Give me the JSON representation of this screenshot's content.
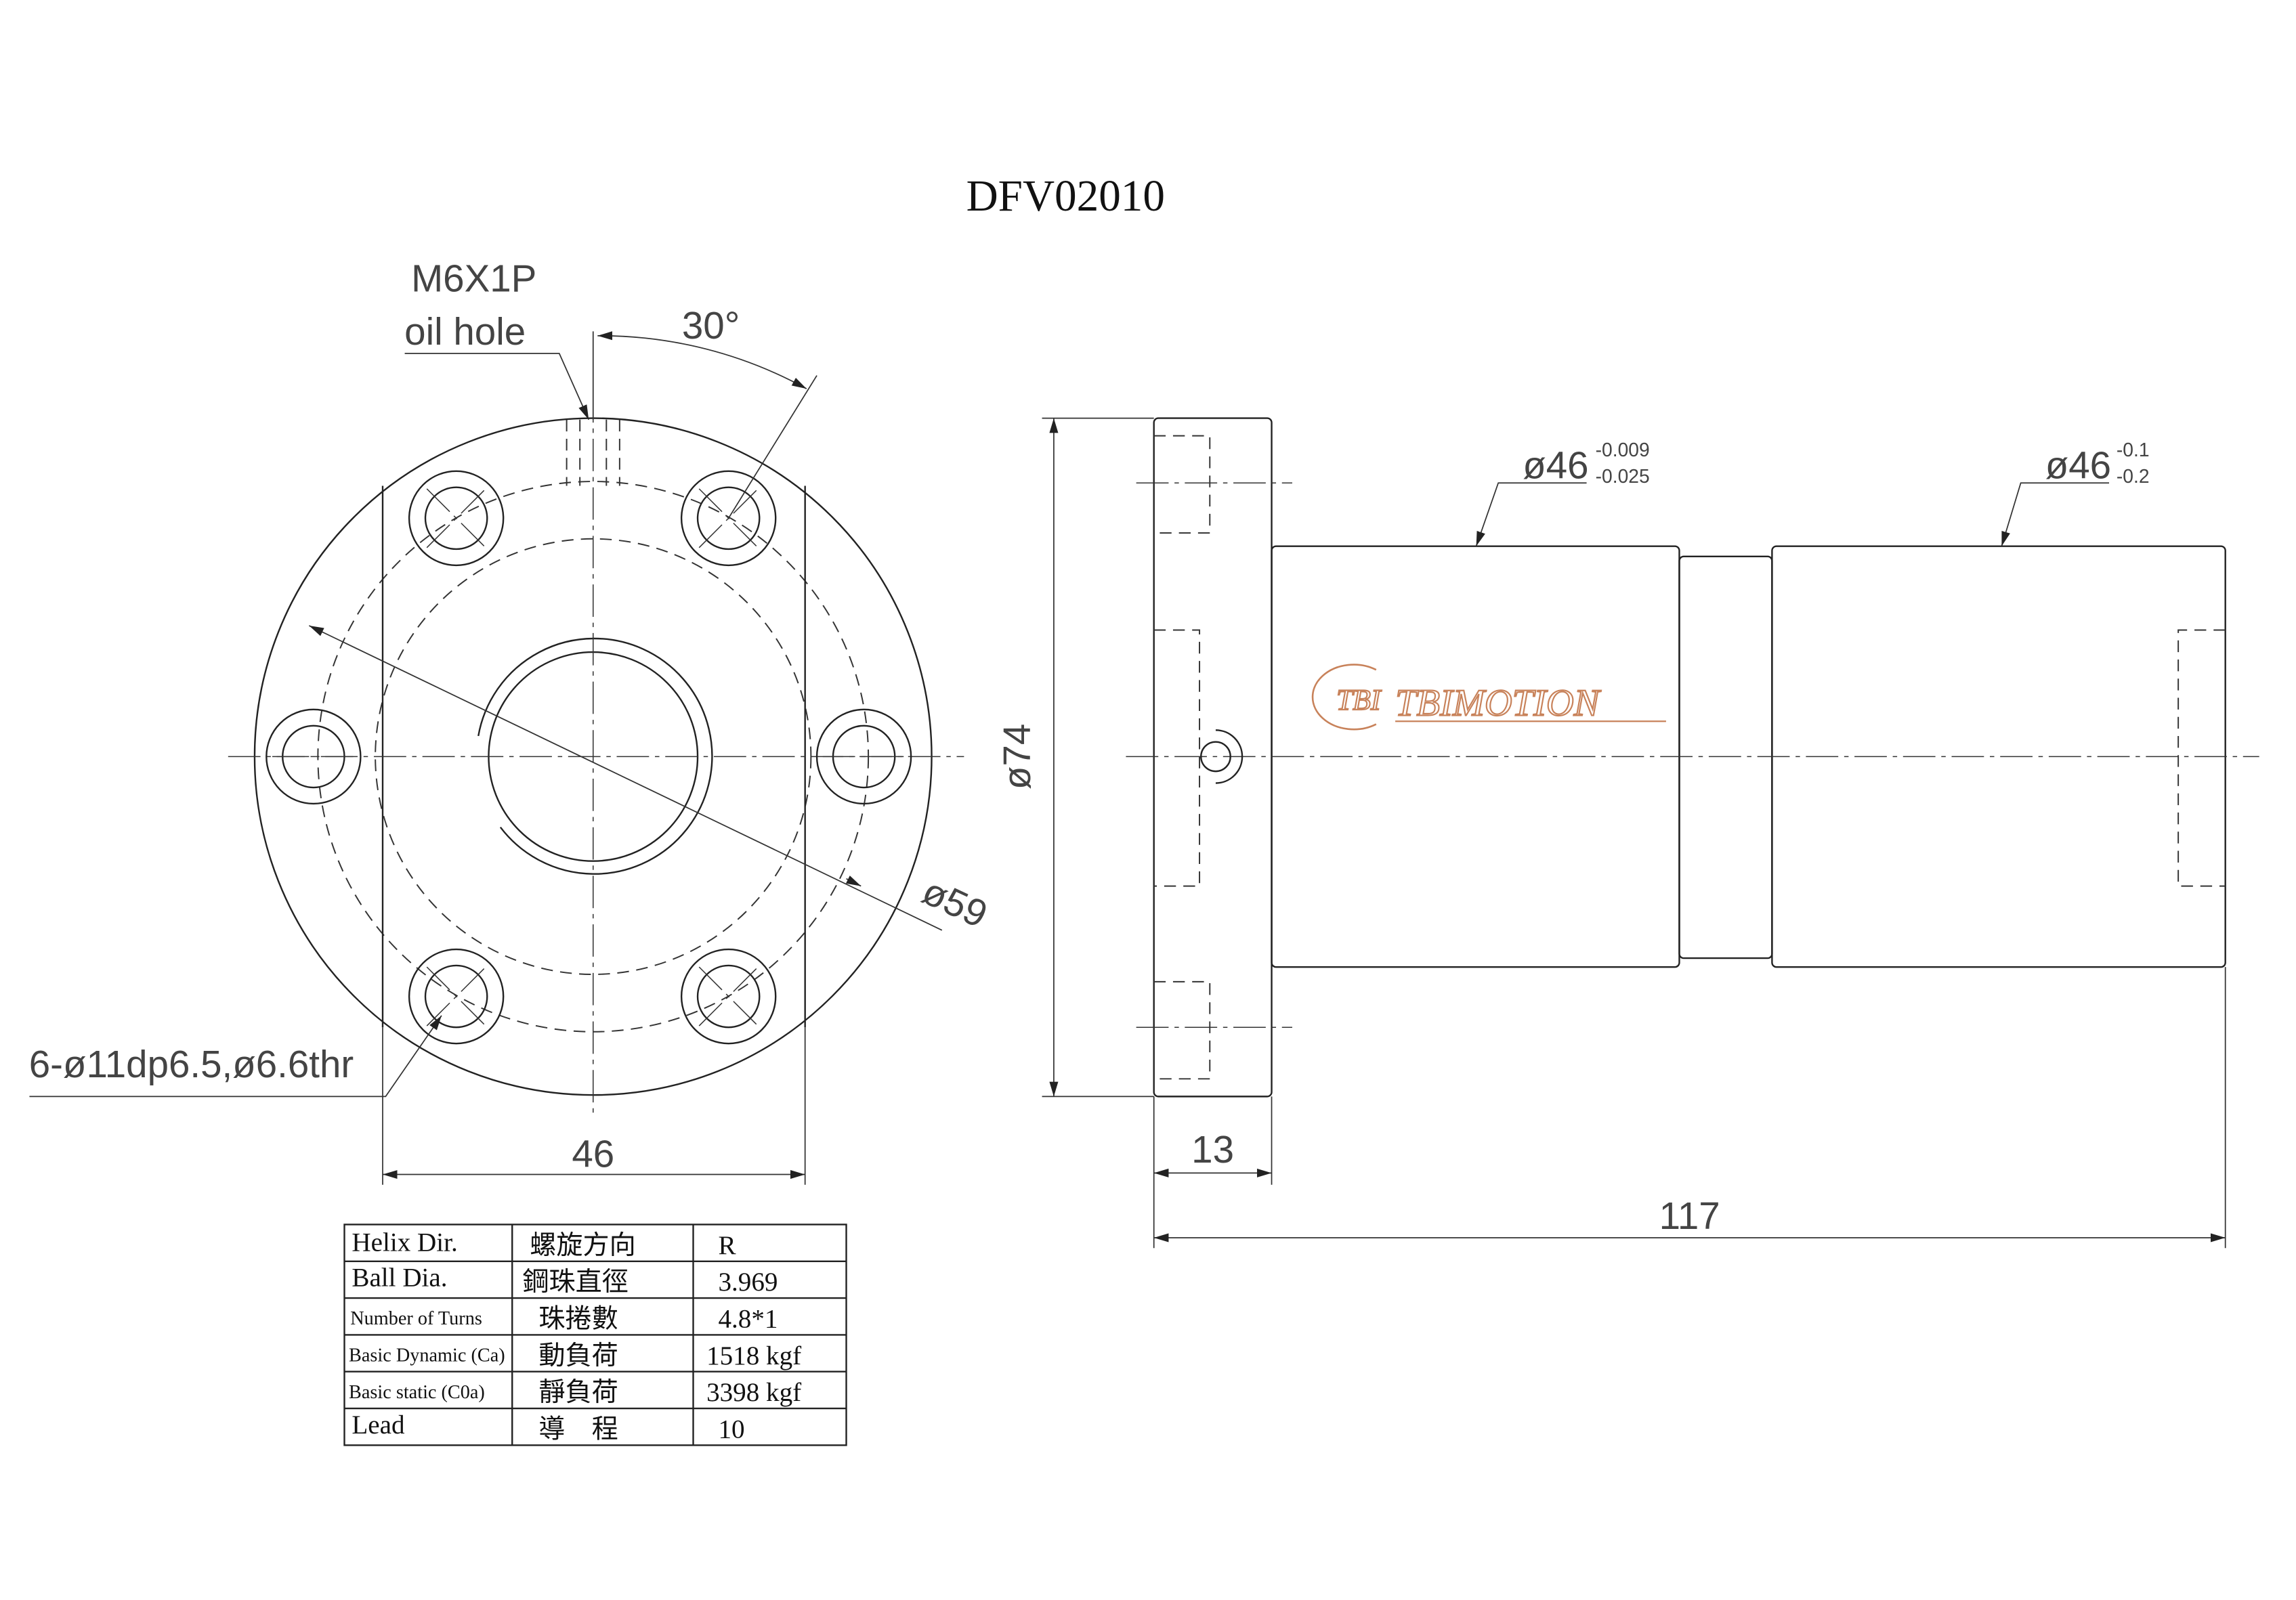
{
  "title": "DFV02010",
  "front_view": {
    "oil_hole_thread": "M6X1P",
    "oil_hole_label": "oil hole",
    "angle": "30°",
    "bolt_circle_dia": "ø59",
    "hole_spec": "6-ø11dp6.5,ø6.6thr",
    "flat_width": "46"
  },
  "side_view": {
    "flange_dia": "ø74",
    "body_dia_1": "ø46",
    "body_dia_1_tol_upper": "-0.009",
    "body_dia_1_tol_lower": "-0.025",
    "body_dia_2": "ø46",
    "body_dia_2_tol_upper": "-0.1",
    "body_dia_2_tol_lower": "-0.2",
    "flange_thickness": "13",
    "total_length": "117",
    "logo_text": "TBIMOTION",
    "logo_badge": "TBI"
  },
  "spec_table": {
    "rows": [
      {
        "en": "Helix  Dir.",
        "zh": "螺旋方向",
        "value": "R"
      },
      {
        "en": "Ball Dia.",
        "zh": "鋼珠直徑",
        "value": "3.969"
      },
      {
        "en": "Number of Turns",
        "zh": "珠捲數",
        "value": "4.8*1"
      },
      {
        "en": "Basic Dynamic (Ca)",
        "zh": "動負荷",
        "value": "1518 kgf"
      },
      {
        "en": "Basic static (C0a)",
        "zh": "靜負荷",
        "value": "3398 kgf"
      },
      {
        "en": "Lead",
        "zh": "導　程",
        "value": "10"
      }
    ]
  },
  "colors": {
    "line": "#222222",
    "logo": "#c8825a"
  }
}
